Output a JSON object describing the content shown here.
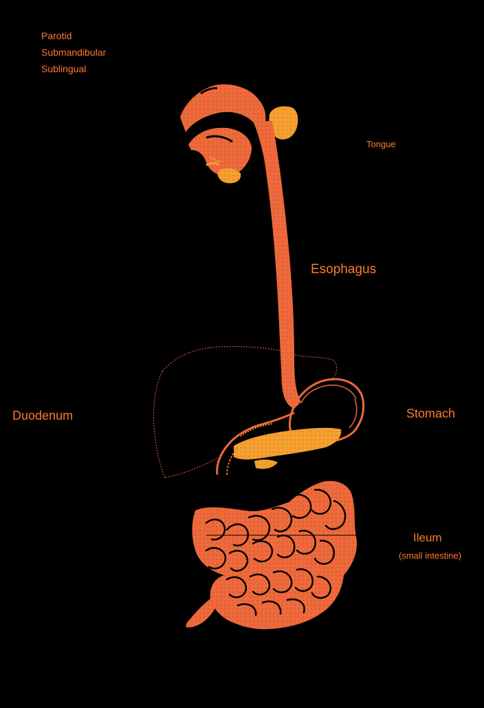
{
  "colors": {
    "background": "#000000",
    "organ": "#ee6a3c",
    "organ_light": "#f08050",
    "gland": "#f5a030",
    "outline": "#ee6a3c",
    "label": "#ff7a2e"
  },
  "labels": {
    "salivary_glands": [
      "Parotid",
      "Submandibular",
      "Sublingual"
    ],
    "tongue": "Tongue",
    "esophagus": "Esophagus",
    "duodenum": "Duodenum",
    "stomach": "Stomach",
    "ileum": "Ileum",
    "ileum_sub": "(small intestine)"
  }
}
